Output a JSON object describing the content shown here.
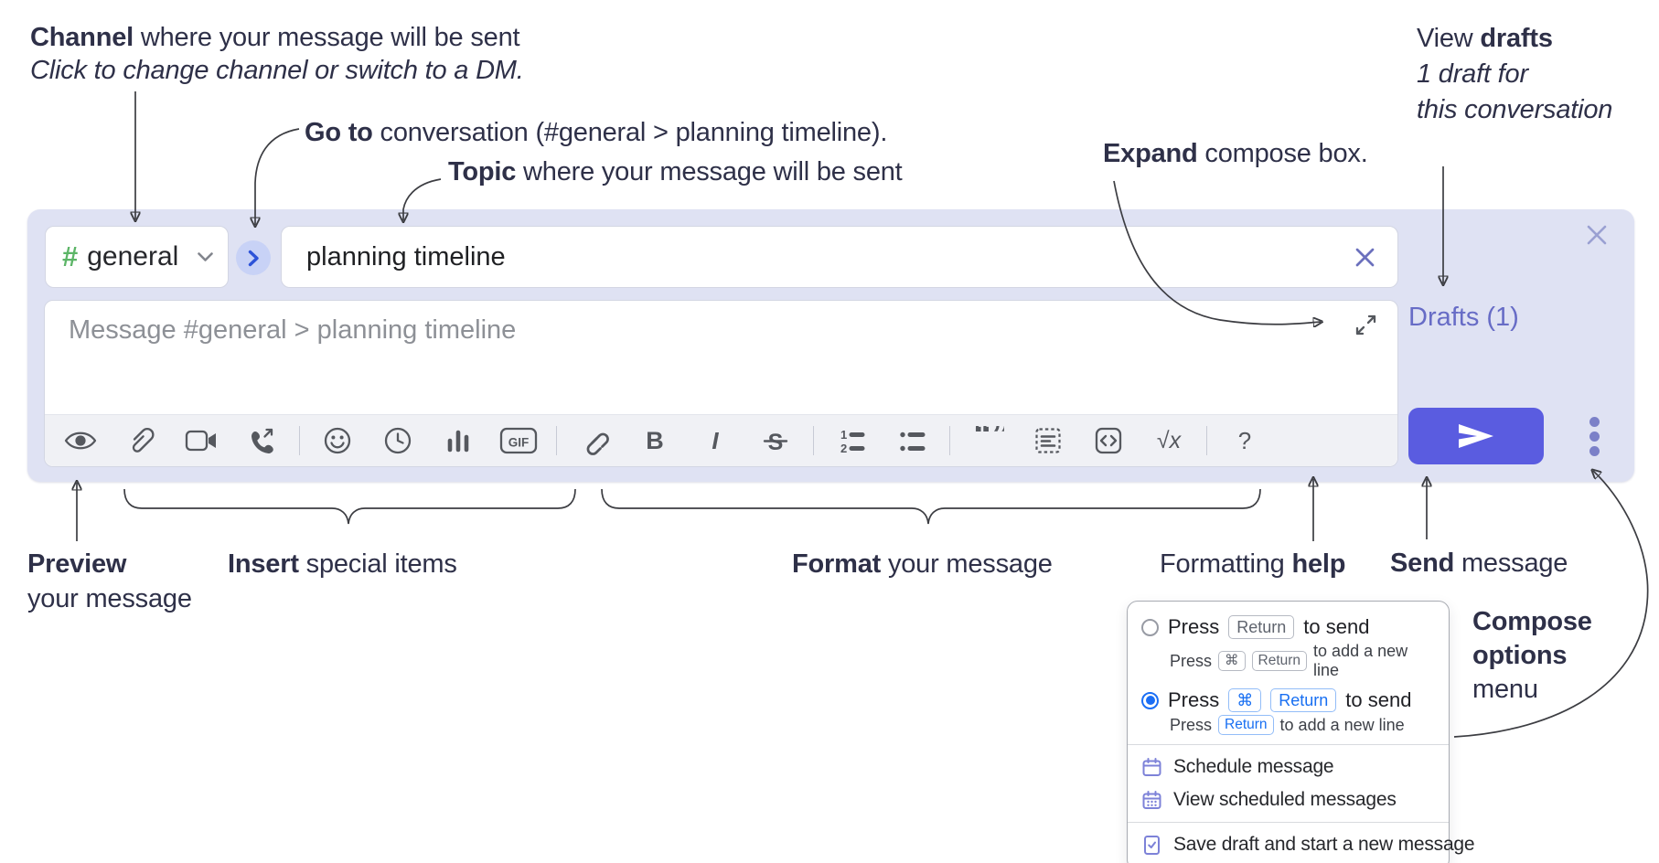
{
  "annotations": {
    "channel": {
      "lead": "Channel",
      "rest": " where your message will be sent",
      "sub": "Click to change channel or switch to a DM."
    },
    "goto": {
      "lead": "Go to",
      "rest": " conversation (#general > planning timeline)."
    },
    "topic": {
      "lead": "Topic",
      "rest": " where your message will be sent"
    },
    "expand": {
      "lead": "Expand",
      "rest": " compose box."
    },
    "drafts": {
      "pre": "View ",
      "lead": "drafts",
      "line2": "1 draft for",
      "line3": "this conversation"
    },
    "preview": {
      "lead": "Preview",
      "line2": "your message"
    },
    "insert": {
      "lead": "Insert",
      "rest": " special items"
    },
    "format": {
      "lead": "Format",
      "rest": " your message"
    },
    "help": {
      "pre": "Formatting ",
      "lead": "help"
    },
    "send": {
      "lead": "Send",
      "rest": " message"
    },
    "compose_options": {
      "line1": "Compose",
      "line2": "options",
      "line3": "menu"
    }
  },
  "composer": {
    "channel": {
      "hash": "#",
      "name": "general"
    },
    "topic_value": "planning timeline",
    "message_placeholder": "Message #general > planning timeline",
    "drafts_link": "Drafts (1)",
    "toolbar": {
      "gif": "GIF",
      "bold": "B",
      "italic": "I",
      "strike": "S",
      "quote": "“”",
      "formula": "√x",
      "help": "?"
    }
  },
  "menu": {
    "option_return": {
      "pre": "Press",
      "key": "Return",
      "post": "to send",
      "sub_pre": "Press",
      "sub_key1": "⌘",
      "sub_key2": "Return",
      "sub_post": "to add a new line"
    },
    "option_cmd_return": {
      "pre": "Press",
      "key1": "⌘",
      "key2": "Return",
      "post": "to send",
      "sub_pre": "Press",
      "sub_key": "Return",
      "sub_post": "to add a new line"
    },
    "items": [
      "Schedule message",
      "View scheduled messages",
      "Save draft and start a new message"
    ]
  },
  "colors": {
    "panel_bg": "#dfe2f3",
    "send_button": "#5a5ce0",
    "drafts_link": "#676cc6",
    "channel_hash_green": "#5cb567",
    "goto_chevron_blue": "#2d53d8",
    "goto_circle": "#c8d2f6",
    "radio_selected_blue": "#1a6ef5",
    "menu_icon_purple": "#7d82d8",
    "annotation_text": "#2e3048"
  }
}
